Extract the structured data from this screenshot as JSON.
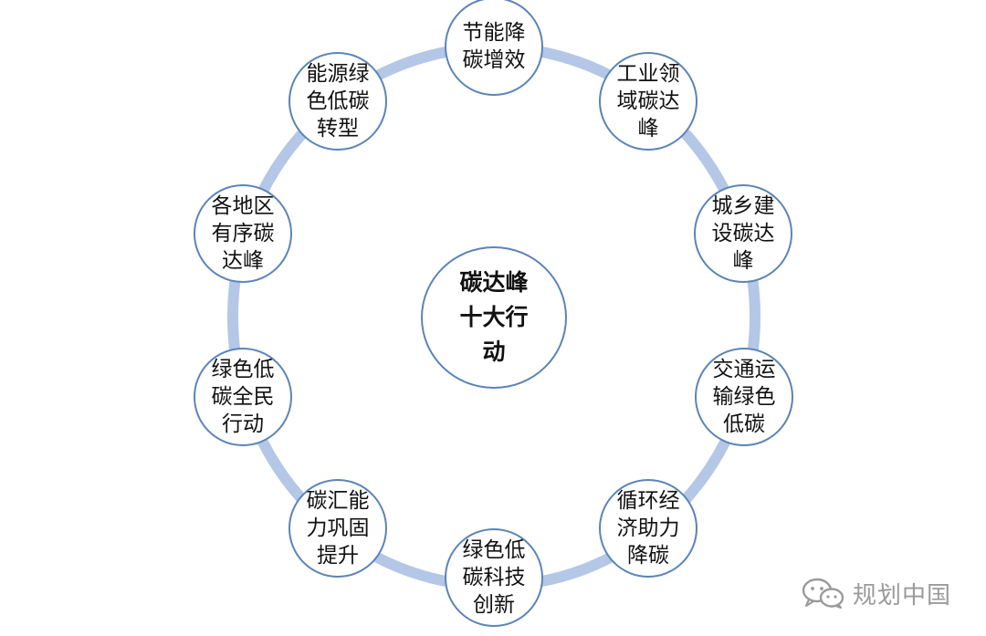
{
  "center": {
    "label": "碳达峰十大行动"
  },
  "nodes": [
    {
      "label": "节能降碳增效"
    },
    {
      "label": "工业领域碳达峰"
    },
    {
      "label": "城乡建设碳达峰"
    },
    {
      "label": "交通运输绿色低碳"
    },
    {
      "label": "循环经济助力降碳"
    },
    {
      "label": "绿色低碳科技创新"
    },
    {
      "label": "碳汇能力巩固提升"
    },
    {
      "label": "绿色低碳全民行动"
    },
    {
      "label": "各地区有序碳达峰"
    },
    {
      "label": "能源绿色低碳转型"
    }
  ],
  "watermark": {
    "icon": "wechat-icon",
    "text": "规划中国"
  },
  "colors": {
    "ring": "#b4c7e7",
    "node_border": "#5b84b8",
    "watermark": "#9a9a9a"
  }
}
